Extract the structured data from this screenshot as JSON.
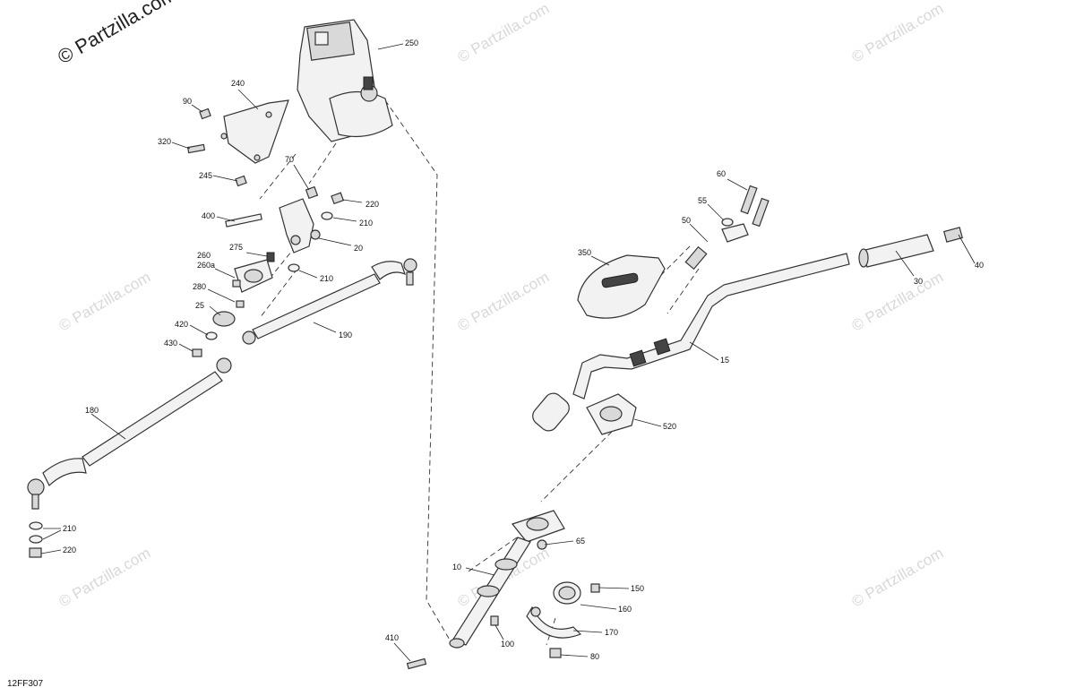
{
  "watermark": {
    "primary": "© Partzilla.com",
    "repeat": "© Partzilla.com"
  },
  "diagram_code": "12FF307",
  "callouts": {
    "c250": "250",
    "c240": "240",
    "c90": "90",
    "c320": "320",
    "c245": "245",
    "c70": "70",
    "c220a": "220",
    "c400": "400",
    "c210a": "210",
    "c20": "20",
    "c275": "275",
    "c260": "260",
    "c260a": "260a",
    "c210b": "210",
    "c280": "280",
    "c25": "25",
    "c420": "420",
    "c430": "430",
    "c190": "190",
    "c180": "180",
    "c210c": "210",
    "c220b": "220",
    "c60": "60",
    "c55": "55",
    "c50": "50",
    "c350": "350",
    "c40": "40",
    "c30": "30",
    "c15": "15",
    "c520": "520",
    "c65": "65",
    "c10": "10",
    "c150": "150",
    "c160": "160",
    "c170": "170",
    "c100": "100",
    "c80": "80",
    "c410": "410"
  },
  "colors": {
    "line": "#222222",
    "part_fill": "#f2f2f2",
    "watermark": "#d8d8d8"
  }
}
